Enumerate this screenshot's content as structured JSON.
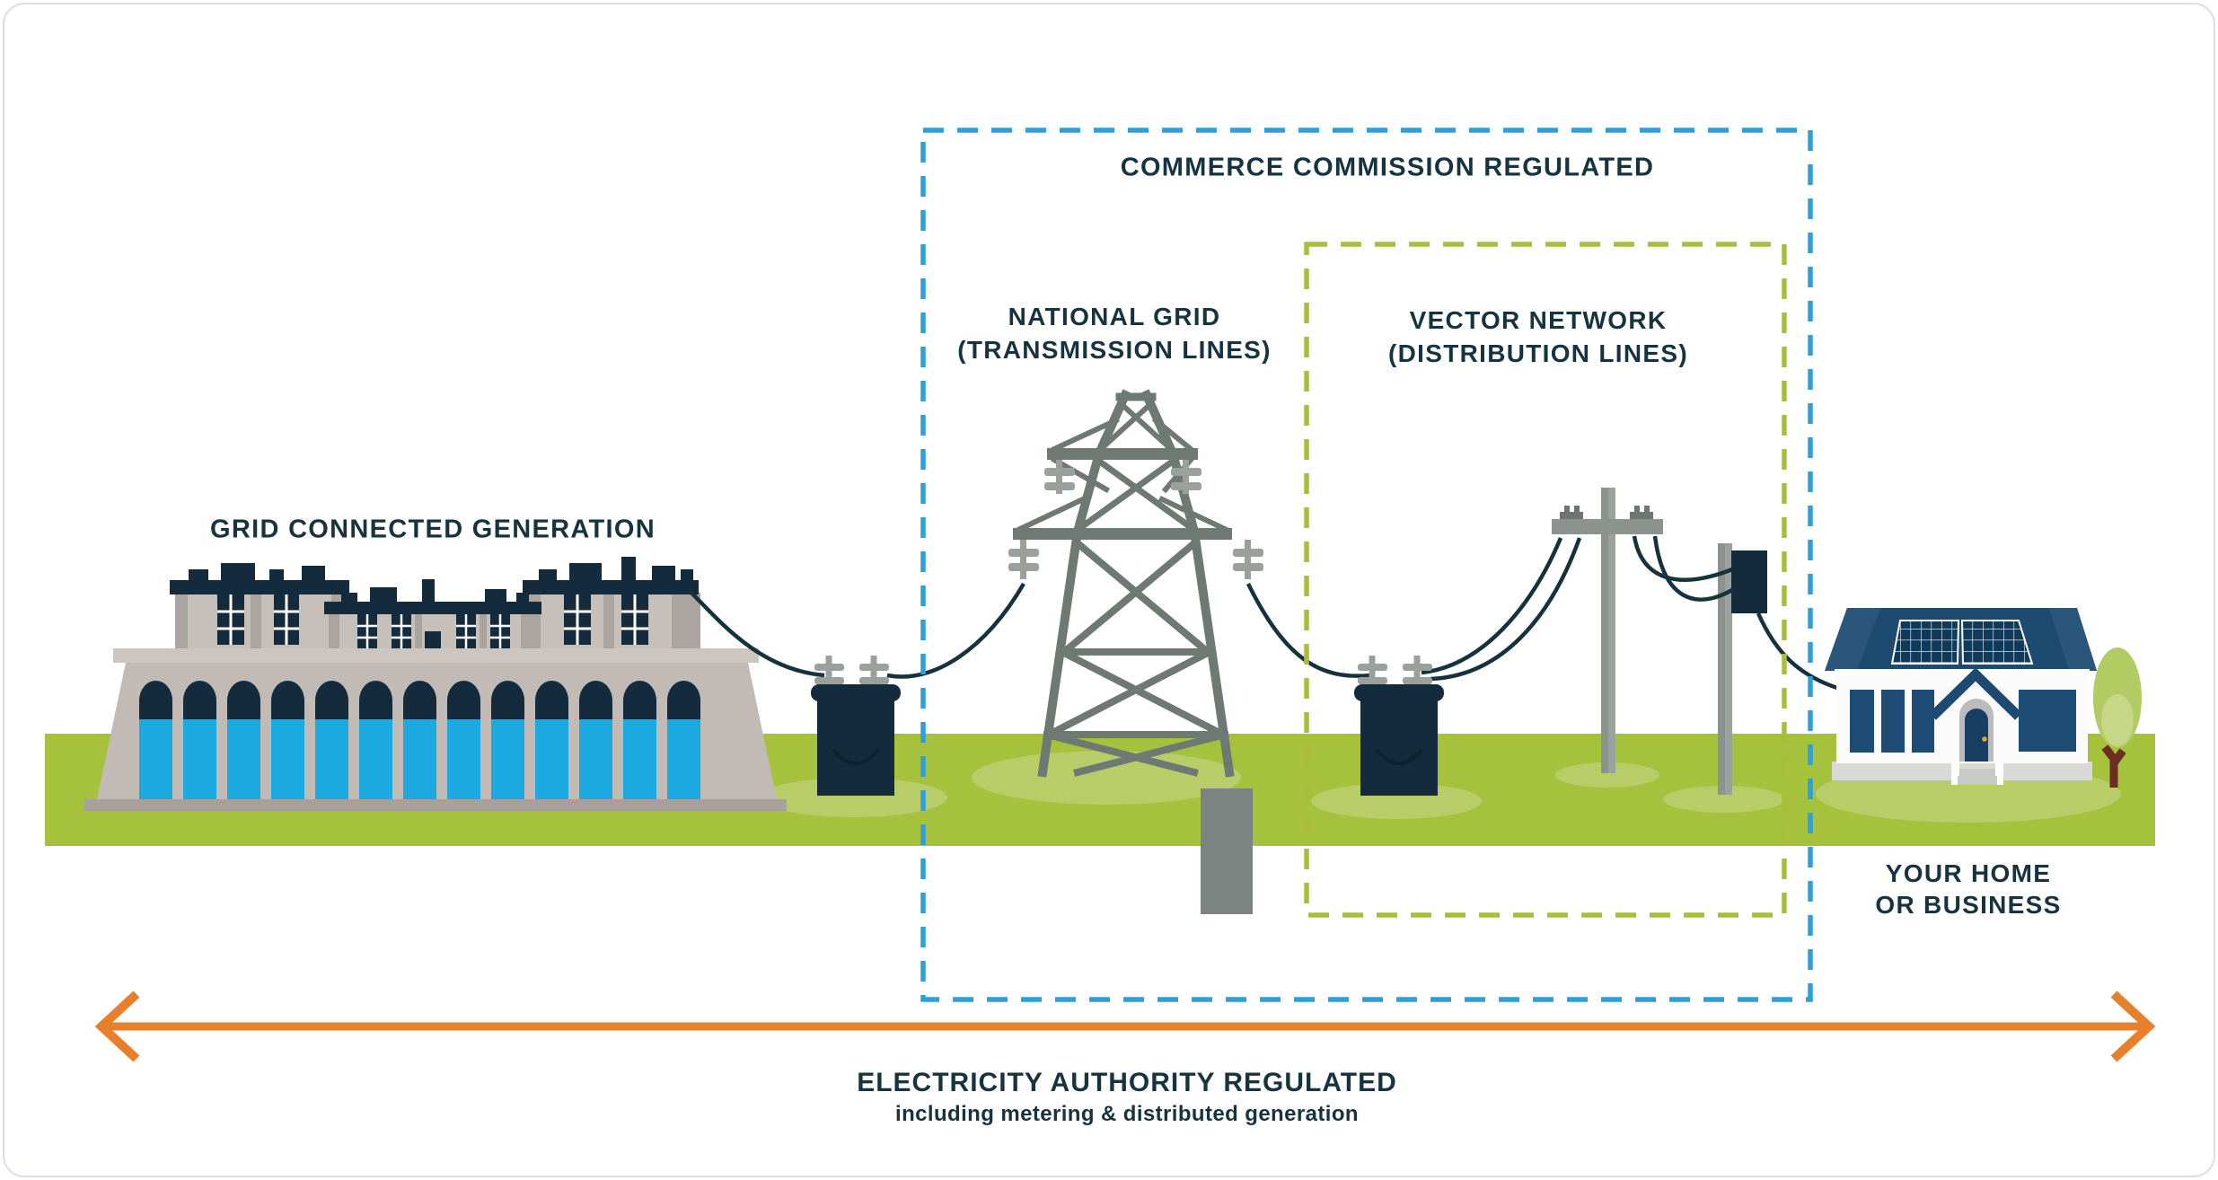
{
  "labels": {
    "commerce_box": "COMMERCE COMMISSION REGULATED",
    "generation": "GRID CONNECTED GENERATION",
    "national_grid_line1": "NATIONAL GRID",
    "national_grid_line2": "(TRANSMISSION LINES)",
    "vector_line1": "VECTOR NETWORK",
    "vector_line2": "(DISTRIBUTION LINES)",
    "home_line1": "YOUR HOME",
    "home_line2": "OR BUSINESS",
    "authority_line1": "ELECTRICITY AUTHORITY REGULATED",
    "authority_line2": "including metering & distributed generation"
  },
  "icons": {
    "generation": "hydro-power-station-icon",
    "transmission": "transmission-tower-icon",
    "distribution": "power-pole-icon",
    "consumer": "solar-house-icon",
    "step_up": "transformer-icon",
    "step_down": "transformer-icon",
    "service": "meter-box-pole-icon",
    "landscape": "tree-icon"
  },
  "colors": {
    "commerce_box_stroke": "#2e9fd8",
    "vector_box_stroke": "#a9be3a",
    "authority_arrow": "#e7802c",
    "text": "#17333f",
    "ground_green": "#a6c23d",
    "ground_highlight": "#b8cc68",
    "water_blue": "#1ca9e0",
    "structure_navy": "#132b3c",
    "wire_navy": "#16323c",
    "tower_gray": "#6e7974",
    "pole_gray": "#8c938e",
    "building_gray": "#c7bfba",
    "house_roof_blue": "#1c4a70",
    "solar_panel_blue": "#0e3a5c",
    "card_border": "#dcdcea"
  }
}
